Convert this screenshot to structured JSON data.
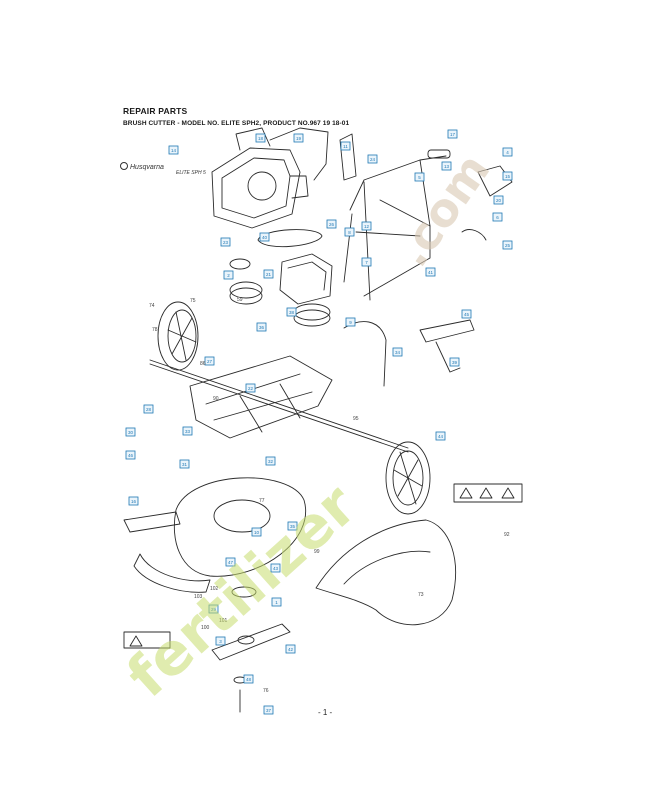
{
  "header": {
    "title": "REPAIR PARTS",
    "subtitle": "BRUSH CUTTER - MODEL NO. ELITE SPH2, PRODUCT NO.967 19 18-01"
  },
  "brand": {
    "logo_text": "Husqvarna",
    "model_script": "ELITE SPH 5"
  },
  "footer": {
    "page_number": "- 1 -"
  },
  "callout_numbers": [
    "14",
    "18",
    "19",
    "11",
    "17",
    "4",
    "24",
    "13",
    "5",
    "15",
    "20",
    "6",
    "12",
    "8",
    "25",
    "23",
    "40",
    "2",
    "21",
    "38",
    "36",
    "7",
    "41",
    "26",
    "9",
    "45",
    "39",
    "34",
    "22",
    "27",
    "28",
    "30",
    "33",
    "46",
    "31",
    "16",
    "32",
    "35",
    "10",
    "47",
    "43",
    "29",
    "1",
    "3",
    "42",
    "48",
    "37",
    "44"
  ],
  "plain_numbers": [
    "74",
    "75",
    "78",
    "59",
    "86",
    "90",
    "99",
    "92",
    "103",
    "100",
    "101",
    "102",
    "76",
    "73",
    "77",
    "95"
  ],
  "watermark": {
    "text_1": "fertilizer",
    "text_2": ".com",
    "color": "#c7dd6e",
    "color_2": "#d9c9b4"
  },
  "colors": {
    "callout_border": "#1f78b4",
    "callout_fill": "#eaf4fb",
    "line_art": "#2b2b2b"
  }
}
